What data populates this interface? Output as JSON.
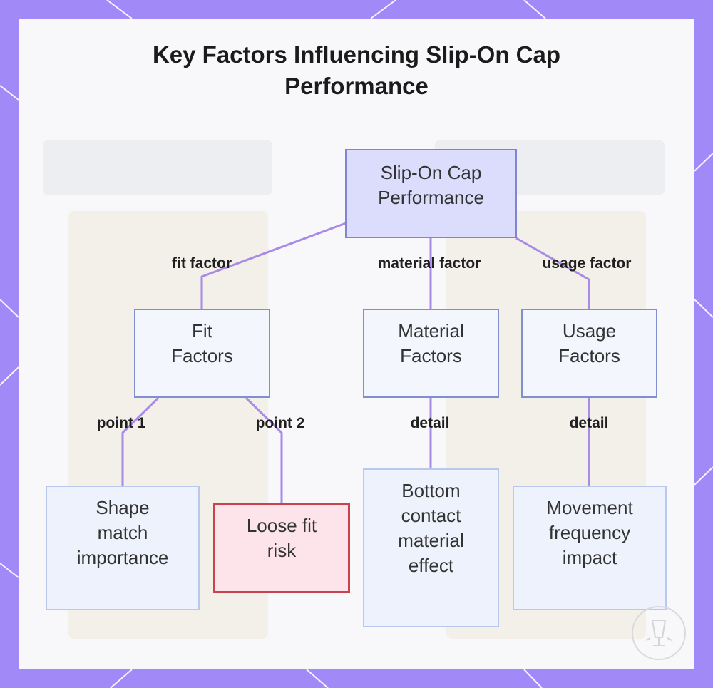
{
  "title": {
    "line1": "Key Factors Influencing Slip-On Cap",
    "line2": "Performance"
  },
  "nodes": {
    "root": {
      "line1": "Slip-On Cap",
      "line2": "Performance"
    },
    "fit": {
      "line1": "Fit",
      "line2": "Factors"
    },
    "material": {
      "line1": "Material",
      "line2": "Factors"
    },
    "usage": {
      "line1": "Usage",
      "line2": "Factors"
    },
    "shape": {
      "line1": "Shape",
      "line2": "match",
      "line3": "importance"
    },
    "loose": {
      "line1": "Loose fit",
      "line2": "risk"
    },
    "bottom": {
      "line1": "Bottom",
      "line2": "contact",
      "line3": "material",
      "line4": "effect"
    },
    "movement": {
      "line1": "Movement",
      "line2": "frequency",
      "line3": "impact"
    }
  },
  "edges": {
    "fit_factor": "fit factor",
    "material_factor": "material factor",
    "usage_factor": "usage factor",
    "point_1": "point 1",
    "point_2": "point 2",
    "detail_material": "detail",
    "detail_usage": "detail"
  },
  "colors": {
    "frame": "#a18af7",
    "edge": "#a98ae6",
    "risk_border": "#c9434e"
  },
  "icons": {
    "logo": "lamp-logo-icon"
  }
}
